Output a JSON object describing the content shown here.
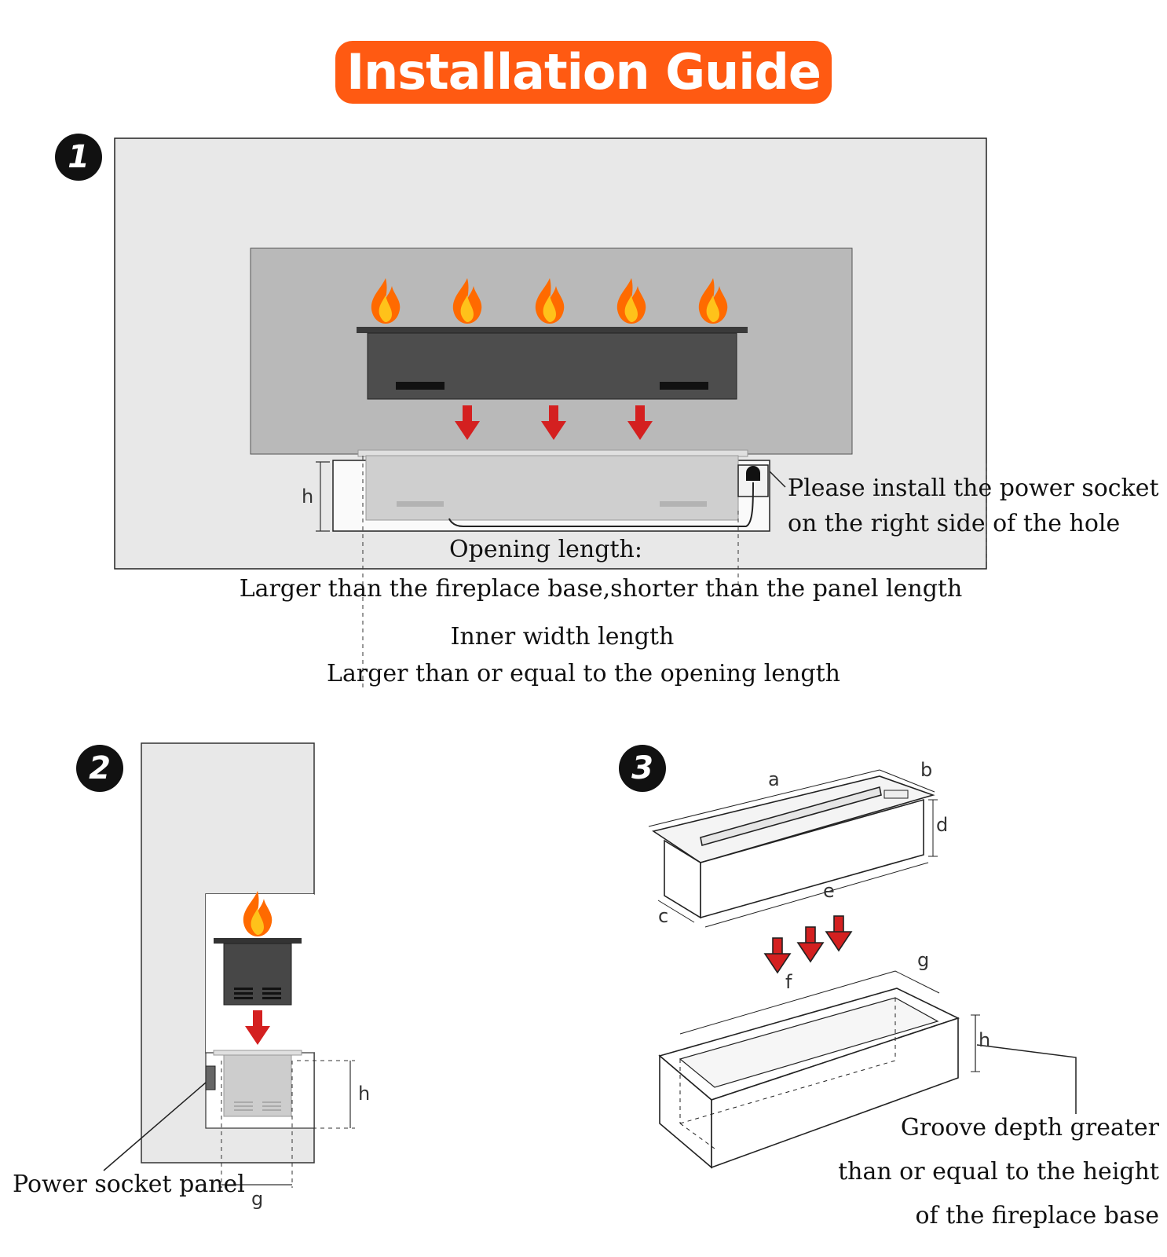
{
  "title": "Installation Guide",
  "steps": {
    "one": {
      "number": "1",
      "socket_note_line1": "Please install the power socket",
      "socket_note_line2": "on the right side of the hole",
      "height_label": "h",
      "opening_label": "Opening length:",
      "opening_desc": "Larger than the fireplace base,shorter than the panel length",
      "inner_label": "Inner width length",
      "inner_desc": "Larger than or equal to the opening length"
    },
    "two": {
      "number": "2",
      "height_label": "h",
      "g_label": "g",
      "socket_panel_label": "Power socket panel"
    },
    "three": {
      "number": "3",
      "dim_a": "a",
      "dim_b": "b",
      "dim_c": "c",
      "dim_d": "d",
      "dim_e": "e",
      "dim_f": "f",
      "dim_g": "g",
      "dim_h": "h",
      "groove_line1": "Groove depth greater",
      "groove_line2": "than or equal to the height",
      "groove_line3": "of the fireplace base"
    }
  },
  "colors": {
    "accent": "#ff5a12",
    "arrow": "#d42020",
    "flame": "#ff6a00"
  }
}
